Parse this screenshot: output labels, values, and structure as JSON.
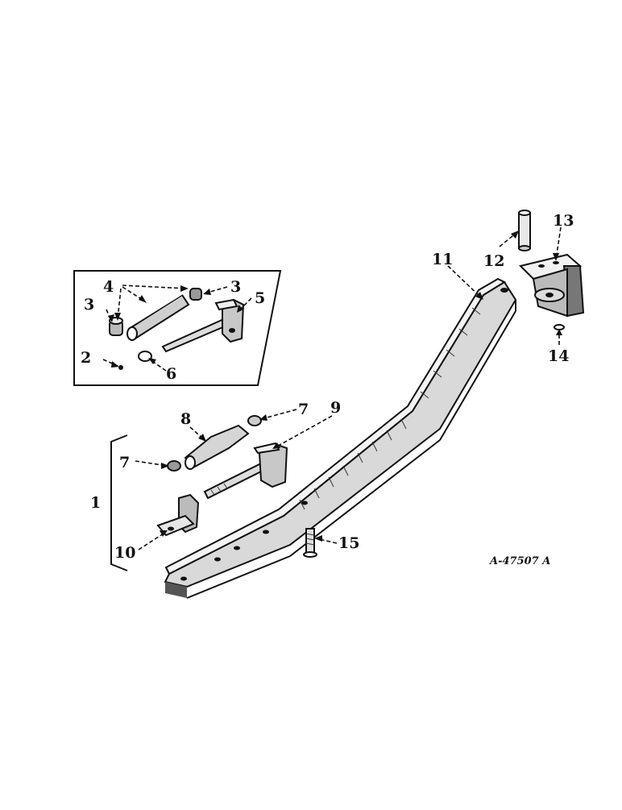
{
  "diagram": {
    "drawing_number": "A-47507 A",
    "callouts": {
      "c1": "1",
      "c2": "2",
      "c3a": "3",
      "c3b": "3",
      "c4": "4",
      "c5": "5",
      "c6": "6",
      "c7a": "7",
      "c7b": "7",
      "c8": "8",
      "c9": "9",
      "c10": "10",
      "c11": "11",
      "c12": "12",
      "c13": "13",
      "c14": "14",
      "c15": "15"
    }
  },
  "colors": {
    "ink": "#111111",
    "paper": "#ffffff",
    "metal": "#e8e8e8"
  }
}
